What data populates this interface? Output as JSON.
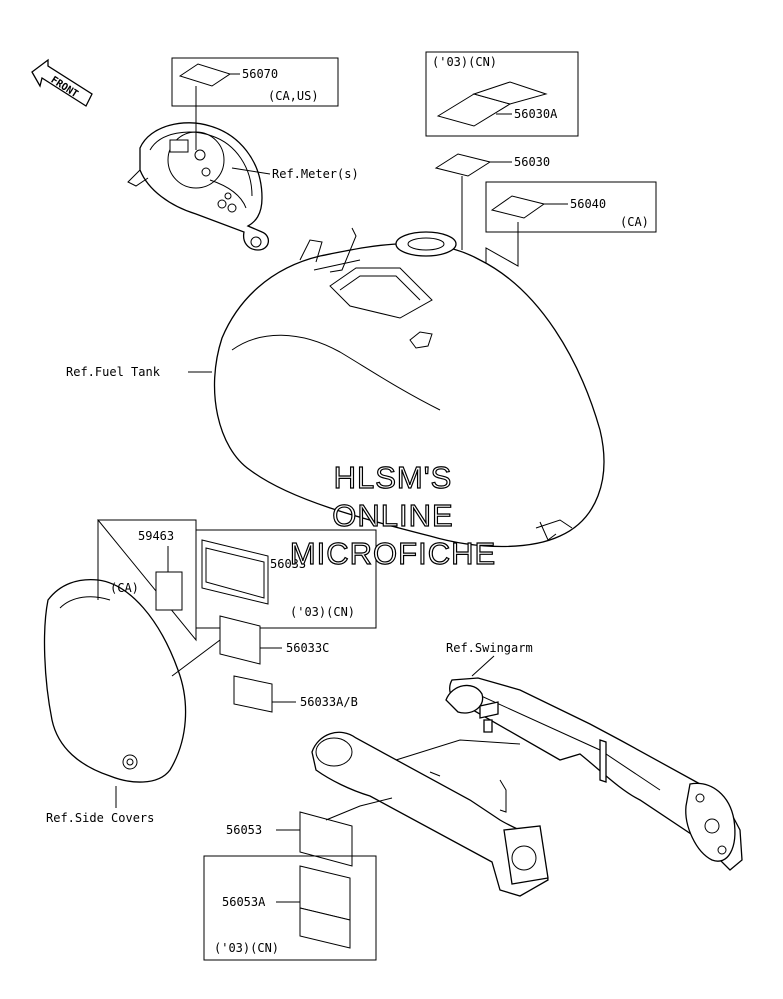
{
  "front_badge": "FRONT",
  "ref_labels": {
    "meter": "Ref.Meter(s)",
    "fuel_tank": "Ref.Fuel Tank",
    "side_covers": "Ref.Side Covers",
    "swingarm": "Ref.Swingarm"
  },
  "parts": {
    "p56070": "56070",
    "p56070_note": "(CA,US)",
    "p56030A_note": "('03)(CN)",
    "p56030A": "56030A",
    "p56030": "56030",
    "p56040": "56040",
    "p56040_note": "(CA)",
    "p59463": "59463",
    "p59463_note": "(CA)",
    "p56033": "56033",
    "p56033_note": "('03)(CN)",
    "p56033C": "56033C",
    "p56033AB": "56033A/B",
    "p56053": "56053",
    "p56053A": "56053A",
    "p56053A_note": "('03)(CN)"
  },
  "watermark": [
    "HLSM'S",
    "ONLINE",
    "MICROFICHE"
  ]
}
